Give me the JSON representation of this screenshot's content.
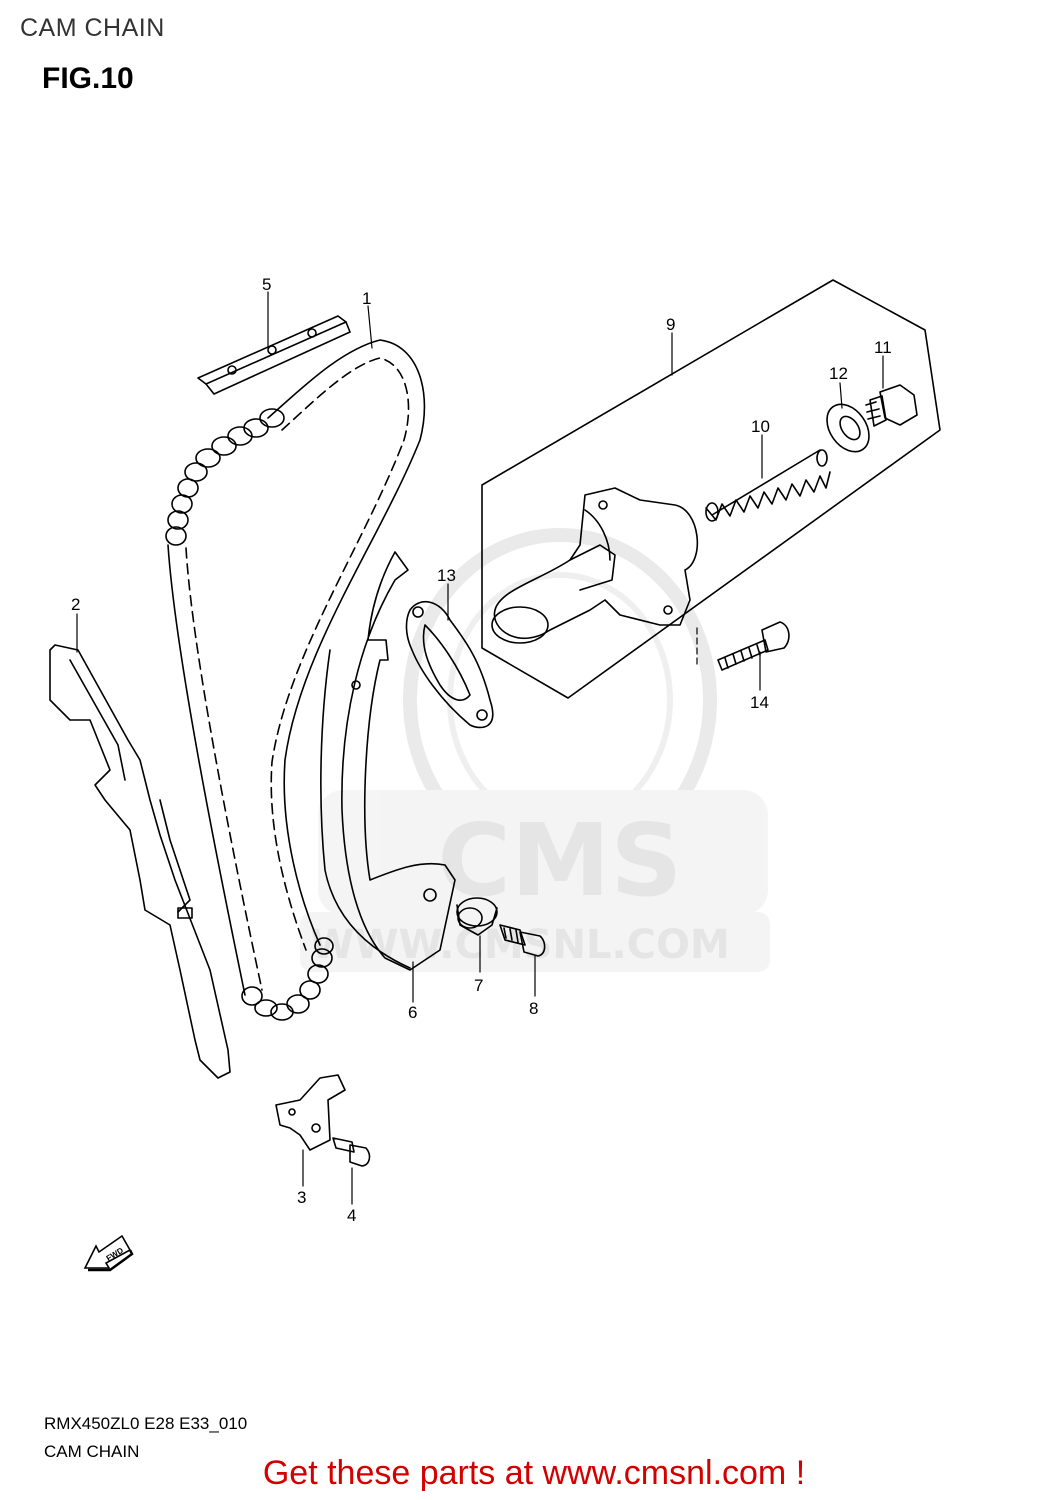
{
  "header": {
    "title": "CAM CHAIN",
    "figure": "FIG.10"
  },
  "callouts": {
    "c1": "1",
    "c2": "2",
    "c3": "3",
    "c4": "4",
    "c5": "5",
    "c6": "6",
    "c7": "7",
    "c8": "8",
    "c9": "9",
    "c10": "10",
    "c11": "11",
    "c12": "12",
    "c13": "13",
    "c14": "14"
  },
  "fwd_label": "FWD",
  "watermark": {
    "brand": "CMS",
    "site": "WWW.CMSNL.COM"
  },
  "footer": {
    "code": "RMX450ZL0 E28 E33_010",
    "name": "CAM CHAIN",
    "cta": "Get these parts at www.cmsnl.com !"
  },
  "colors": {
    "cta": "#d40000",
    "watermark": "#e6e6e6",
    "line": "#000000"
  }
}
